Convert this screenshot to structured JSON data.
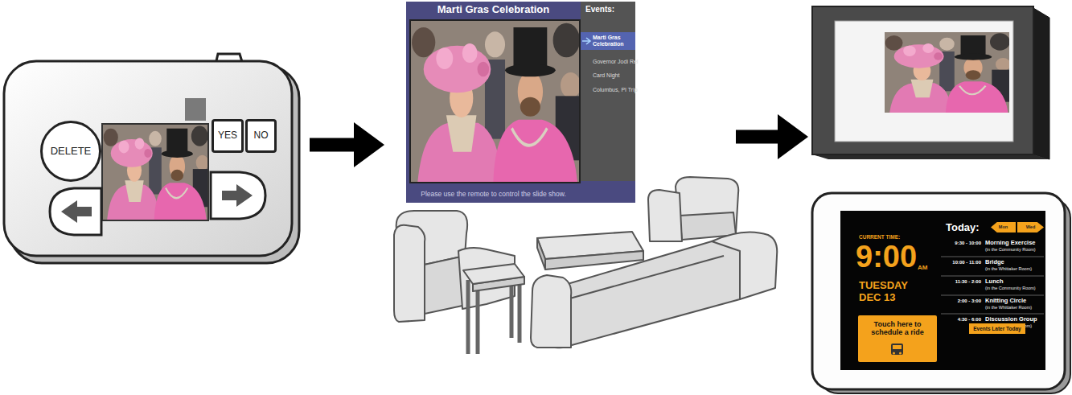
{
  "diagram": {
    "nodes": [
      {
        "text": []
      },
      {
        "text": [
          "DELETE"
        ],
        "in": 0
      },
      {
        "text": [
          "YES"
        ],
        "in": 0
      },
      {
        "text": [
          "NO"
        ],
        "in": 0
      },
      {
        "text": [
          "Marti Gras Celebration",
          "Please use the remote to control the slide show."
        ]
      },
      {
        "text": [
          "Events:",
          "Marti Gras Celebration",
          "Governor Jodi Rel",
          "Card Night",
          "Columbus, PI Trip"
        ],
        "in": 4
      },
      {
        "text": []
      },
      {
        "text": [
          "CURRENT TIME:",
          "9:00",
          "AM",
          "TUESDAY",
          "DEC 13",
          "Today:",
          "9:30 - 10:00",
          "Morning Exercise",
          "(in the Community Room)",
          "10:00 - 11:00",
          "Bridge",
          "(in the Whittaker Room)",
          "11:30 - 2:00",
          "Lunch",
          "(in the Community Room)",
          "2:00 - 3:00",
          "Knitting Circle",
          "(in the Whittaker Room)",
          "4:30 - 6:00",
          "Discussion Group",
          "(in the Whittaker Room)"
        ]
      },
      {
        "text": [
          "Touch here to schedule a ride"
        ],
        "in": 7
      },
      {
        "text": [
          "Mon"
        ],
        "in": 7
      },
      {
        "text": [
          "Wed"
        ],
        "in": 7
      },
      {
        "text": [
          "Events Later Today"
        ],
        "in": 7
      }
    ],
    "edges": [
      {
        "from": 0,
        "to": 4,
        "arrow": "to"
      },
      {
        "from": 4,
        "to": 6,
        "arrow": "to"
      }
    ]
  }
}
